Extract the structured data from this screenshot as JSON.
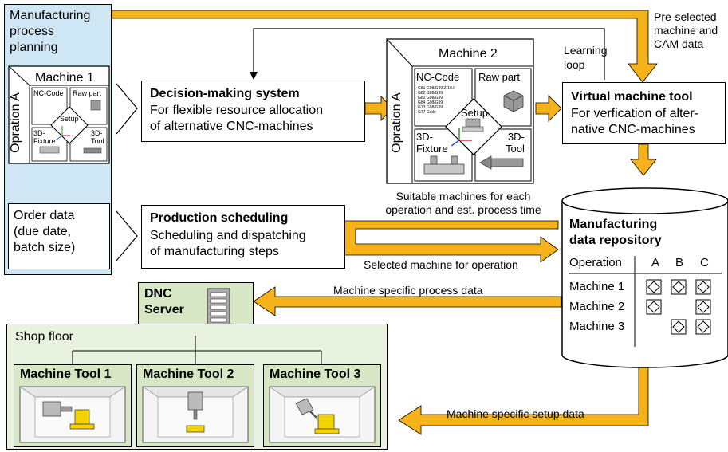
{
  "planning": {
    "title_lines": [
      "Manufacturing",
      "process",
      "planning"
    ]
  },
  "machine1_card": {
    "title": "Machine 1",
    "operation": "Opration A",
    "nc_code": "NC-Code",
    "raw_part": "Raw part",
    "setup": "Setup",
    "fixture": [
      "3D-",
      "Fixture"
    ],
    "tool": [
      "3D-",
      "Tool"
    ]
  },
  "machine2_card": {
    "title": "Machine 2",
    "operation": "Opration A",
    "nc_code": "NC-Code",
    "raw_part": "Raw part",
    "setup": "Setup",
    "fixture": [
      "3D-",
      "Fixture"
    ],
    "tool": [
      "3D-",
      "Tool"
    ],
    "code_lines": [
      "G81 G98/G99 Z-10.0",
      "G82 G98/G99",
      "G83 G98/G99",
      "G84 G98/G99",
      "G73 G98/G99",
      "G77 Code"
    ]
  },
  "order": {
    "lines": [
      "Order data",
      "(due date,",
      "batch size)"
    ]
  },
  "decision": {
    "title": "Decision-making system",
    "subtitle_lines": [
      "For flexible resource allocation",
      "of alternative CNC-machines"
    ]
  },
  "scheduling": {
    "title": "Production scheduling",
    "subtitle_lines": [
      "Scheduling and dispatching",
      "of manufacturing steps"
    ]
  },
  "virtual": {
    "title": "Virtual machine tool",
    "subtitle_lines": [
      "For verfication of alter-",
      "native CNC-machines"
    ]
  },
  "repository": {
    "title_lines": [
      "Manufacturing",
      "data repository"
    ],
    "table_header": [
      "Operation",
      "A",
      "B",
      "C"
    ],
    "rows": [
      {
        "label": "Machine 1",
        "cells": [
          true,
          true,
          true
        ]
      },
      {
        "label": "Machine 2",
        "cells": [
          true,
          false,
          true
        ]
      },
      {
        "label": "Machine 3",
        "cells": [
          false,
          true,
          true
        ]
      }
    ]
  },
  "labels": {
    "preselected": [
      "Pre-selected",
      "machine and",
      "CAM data"
    ],
    "learning": [
      "Learning",
      "loop"
    ],
    "suitable": [
      "Suitable machines for each",
      "operation and est. process time"
    ],
    "selected": "Selected machine for operation",
    "process_data": "Machine specific process data",
    "setup_data": "Machine specific setup data"
  },
  "dnc": {
    "title_lines": [
      "DNC",
      "Server"
    ]
  },
  "shop_floor": {
    "title": "Shop floor",
    "machines": [
      "Machine Tool 1",
      "Machine Tool 2",
      "Machine Tool 3"
    ]
  },
  "colors": {
    "arrow_orange": "#f5b21b",
    "planning_blue": "#cfe6f5",
    "shop_green": "#e9f1df",
    "machine_green": "#d7e6c4"
  }
}
